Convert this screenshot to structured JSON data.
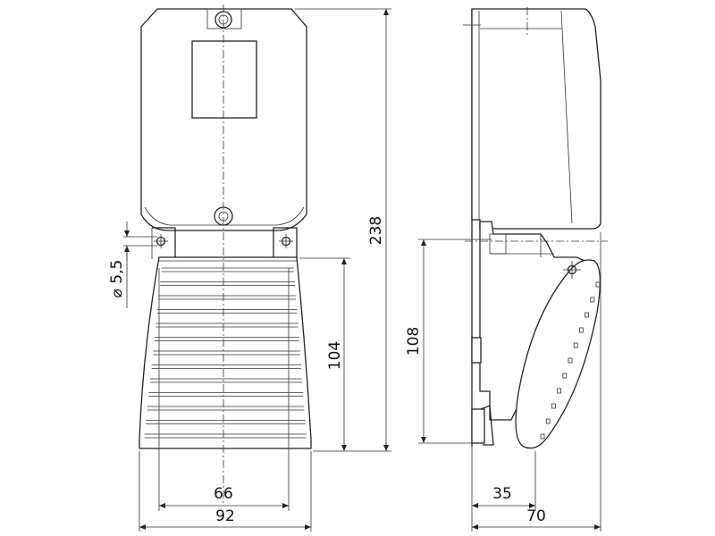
{
  "dimensions": {
    "front_width_total": "92",
    "front_inner_width": "66",
    "front_height_total": "238",
    "front_cover_height": "104",
    "hole_diameter": "⌀ 5,5",
    "side_height": "108",
    "side_depth_total": "70",
    "side_pedal_depth": "35"
  }
}
